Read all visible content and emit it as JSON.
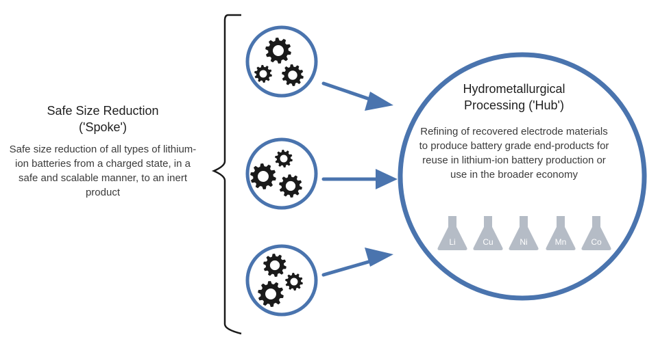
{
  "spoke": {
    "title_line1": "Safe Size Reduction",
    "title_line2": "('Spoke')",
    "description": "Safe size reduction of all types of lithium-ion batteries from a charged state, in a safe and scalable manner, to an inert product"
  },
  "hub": {
    "title_line1": "Hydrometallurgical",
    "title_line2": "Processing ('Hub')",
    "description": "Refining of recovered electrode materials to produce battery grade end-products for reuse in lithium-ion battery production or use in the broader economy"
  },
  "flasks": [
    {
      "symbol": "Li"
    },
    {
      "symbol": "Cu"
    },
    {
      "symbol": "Ni"
    },
    {
      "symbol": "Mn"
    },
    {
      "symbol": "Co"
    }
  ],
  "colors": {
    "accent_blue": "#4a74ae",
    "flask_gray": "#b5bcc6",
    "gear_black": "#1a1a1a"
  },
  "icons": {
    "spoke_unit": "gears-icon",
    "connector": "arrow-right-icon",
    "grouping": "curly-brace"
  }
}
